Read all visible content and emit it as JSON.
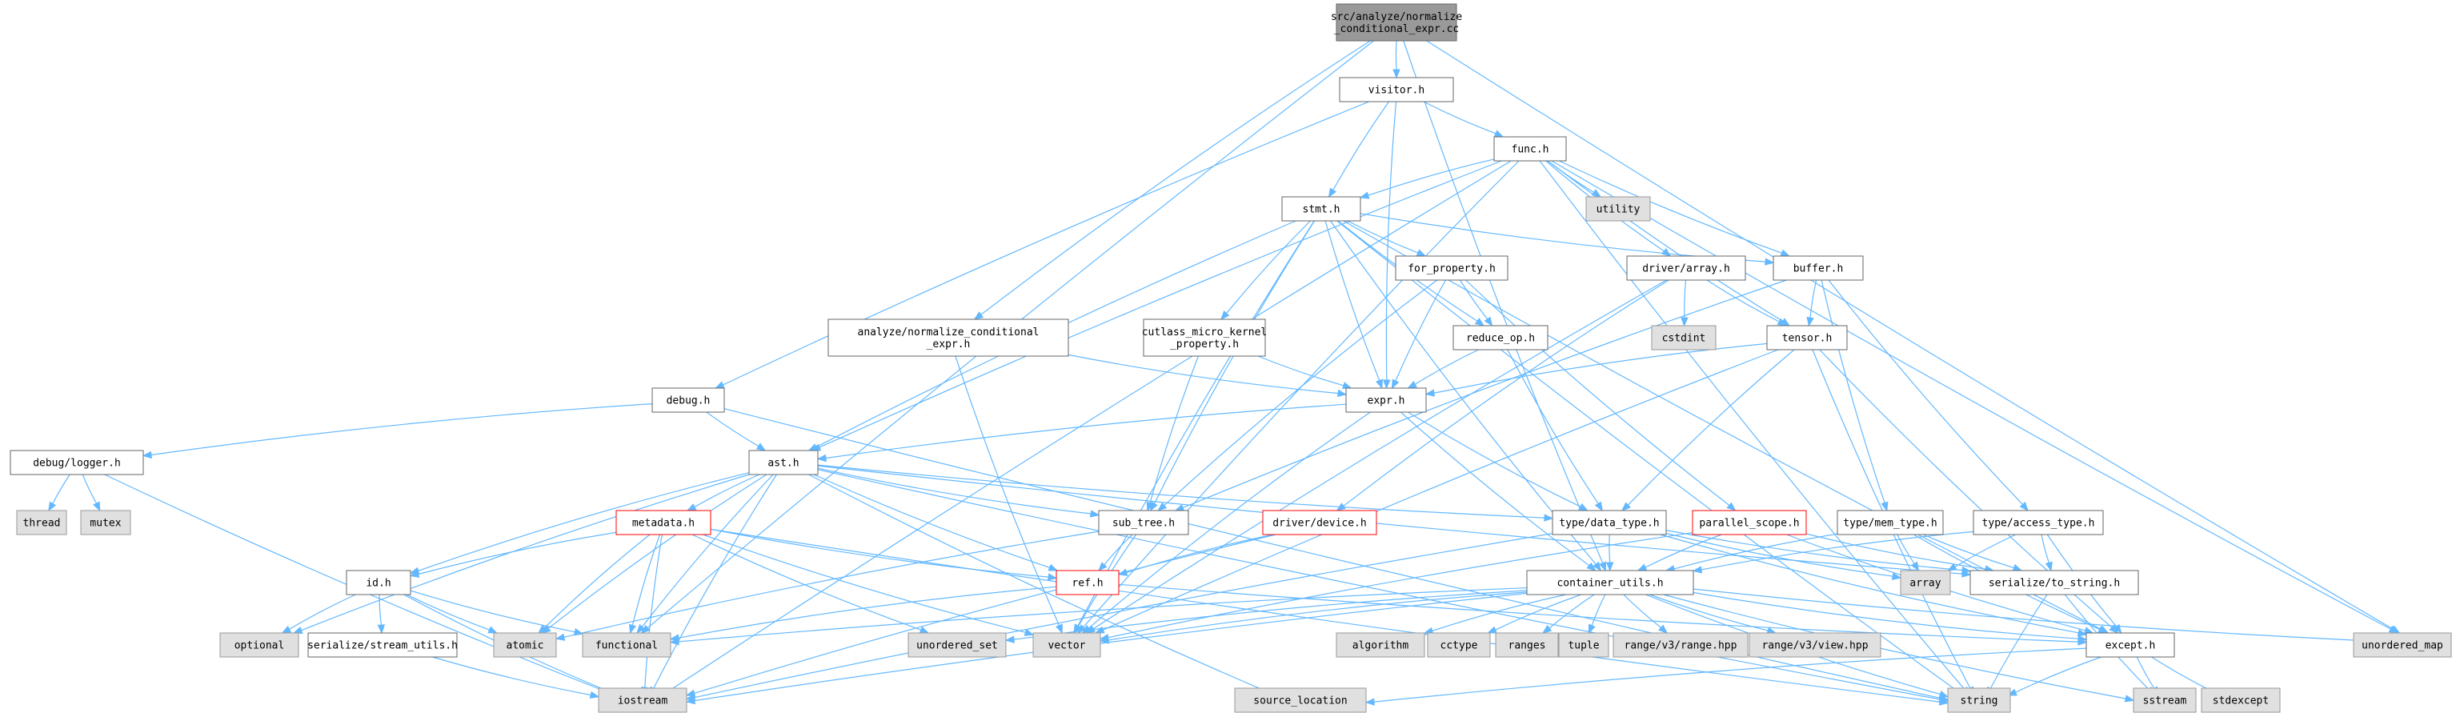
{
  "nodes": [
    {
      "id": "root",
      "label": [
        "src/analyze/normalize",
        "_conditional_expr.cc"
      ],
      "style": "root"
    },
    {
      "id": "visitor",
      "label": [
        "visitor.h"
      ],
      "style": "file"
    },
    {
      "id": "func",
      "label": [
        "func.h"
      ],
      "style": "file"
    },
    {
      "id": "stmt",
      "label": [
        "stmt.h"
      ],
      "style": "file"
    },
    {
      "id": "utility",
      "label": [
        "utility"
      ],
      "style": "system"
    },
    {
      "id": "for_property",
      "label": [
        "for_property.h"
      ],
      "style": "file"
    },
    {
      "id": "driver_array",
      "label": [
        "driver/array.h"
      ],
      "style": "file"
    },
    {
      "id": "buffer",
      "label": [
        "buffer.h"
      ],
      "style": "file"
    },
    {
      "id": "analyze_h",
      "label": [
        "analyze/normalize_conditional",
        "_expr.h"
      ],
      "style": "file"
    },
    {
      "id": "cutlass",
      "label": [
        "cutlass_micro_kernel",
        "_property.h"
      ],
      "style": "file"
    },
    {
      "id": "reduce_op",
      "label": [
        "reduce_op.h"
      ],
      "style": "file"
    },
    {
      "id": "cstdint",
      "label": [
        "cstdint"
      ],
      "style": "system"
    },
    {
      "id": "tensor",
      "label": [
        "tensor.h"
      ],
      "style": "file"
    },
    {
      "id": "debug",
      "label": [
        "debug.h"
      ],
      "style": "file"
    },
    {
      "id": "expr",
      "label": [
        "expr.h"
      ],
      "style": "file"
    },
    {
      "id": "debug_logger",
      "label": [
        "debug/logger.h"
      ],
      "style": "file"
    },
    {
      "id": "ast",
      "label": [
        "ast.h"
      ],
      "style": "file"
    },
    {
      "id": "thread",
      "label": [
        "thread"
      ],
      "style": "system"
    },
    {
      "id": "mutex",
      "label": [
        "mutex"
      ],
      "style": "system"
    },
    {
      "id": "metadata",
      "label": [
        "metadata.h"
      ],
      "style": "red"
    },
    {
      "id": "sub_tree",
      "label": [
        "sub_tree.h"
      ],
      "style": "file"
    },
    {
      "id": "driver_device",
      "label": [
        "driver/device.h"
      ],
      "style": "red"
    },
    {
      "id": "type_data_type",
      "label": [
        "type/data_type.h"
      ],
      "style": "file"
    },
    {
      "id": "parallel_scope",
      "label": [
        "parallel_scope.h"
      ],
      "style": "red"
    },
    {
      "id": "type_mem_type",
      "label": [
        "type/mem_type.h"
      ],
      "style": "file"
    },
    {
      "id": "type_access_type",
      "label": [
        "type/access_type.h"
      ],
      "style": "file"
    },
    {
      "id": "id_h",
      "label": [
        "id.h"
      ],
      "style": "file"
    },
    {
      "id": "ref",
      "label": [
        "ref.h"
      ],
      "style": "red"
    },
    {
      "id": "container_utils",
      "label": [
        "container_utils.h"
      ],
      "style": "file"
    },
    {
      "id": "array",
      "label": [
        "array"
      ],
      "style": "system"
    },
    {
      "id": "serialize_to_string",
      "label": [
        "serialize/to_string.h"
      ],
      "style": "file"
    },
    {
      "id": "optional",
      "label": [
        "optional"
      ],
      "style": "system"
    },
    {
      "id": "serialize_stream",
      "label": [
        "serialize/stream_utils.h"
      ],
      "style": "file"
    },
    {
      "id": "atomic",
      "label": [
        "atomic"
      ],
      "style": "system"
    },
    {
      "id": "functional",
      "label": [
        "functional"
      ],
      "style": "system"
    },
    {
      "id": "unordered_set",
      "label": [
        "unordered_set"
      ],
      "style": "system"
    },
    {
      "id": "vector",
      "label": [
        "vector"
      ],
      "style": "system"
    },
    {
      "id": "algorithm",
      "label": [
        "algorithm"
      ],
      "style": "system"
    },
    {
      "id": "cctype",
      "label": [
        "cctype"
      ],
      "style": "system"
    },
    {
      "id": "ranges",
      "label": [
        "ranges"
      ],
      "style": "system"
    },
    {
      "id": "tuple",
      "label": [
        "tuple"
      ],
      "style": "system"
    },
    {
      "id": "range_v3_range",
      "label": [
        "range/v3/range.hpp"
      ],
      "style": "system"
    },
    {
      "id": "range_v3_view",
      "label": [
        "range/v3/view.hpp"
      ],
      "style": "system"
    },
    {
      "id": "except",
      "label": [
        "except.h"
      ],
      "style": "file"
    },
    {
      "id": "unordered_map",
      "label": [
        "unordered_map"
      ],
      "style": "system"
    },
    {
      "id": "iostream",
      "label": [
        "iostream"
      ],
      "style": "system"
    },
    {
      "id": "source_location",
      "label": [
        "source_location"
      ],
      "style": "system"
    },
    {
      "id": "string",
      "label": [
        "string"
      ],
      "style": "system"
    },
    {
      "id": "sstream",
      "label": [
        "sstream"
      ],
      "style": "system"
    },
    {
      "id": "stdexcept",
      "label": [
        "stdexcept"
      ],
      "style": "system"
    }
  ],
  "edges": [
    [
      "root",
      "visitor"
    ],
    [
      "root",
      "analyze_h"
    ],
    [
      "root",
      "functional"
    ],
    [
      "root",
      "container_utils"
    ],
    [
      "root",
      "unordered_map"
    ],
    [
      "visitor",
      "func"
    ],
    [
      "visitor",
      "stmt"
    ],
    [
      "visitor",
      "expr"
    ],
    [
      "visitor",
      "debug"
    ],
    [
      "func",
      "stmt"
    ],
    [
      "func",
      "utility"
    ],
    [
      "func",
      "driver_array"
    ],
    [
      "func",
      "buffer"
    ],
    [
      "func",
      "tensor"
    ],
    [
      "func",
      "ast"
    ],
    [
      "func",
      "iostream"
    ],
    [
      "func",
      "vector"
    ],
    [
      "func",
      "string"
    ],
    [
      "func",
      "unordered_map"
    ],
    [
      "stmt",
      "for_property"
    ],
    [
      "stmt",
      "buffer"
    ],
    [
      "stmt",
      "cutlass"
    ],
    [
      "stmt",
      "reduce_op"
    ],
    [
      "stmt",
      "ast"
    ],
    [
      "stmt",
      "container_utils"
    ],
    [
      "stmt",
      "except"
    ],
    [
      "stmt",
      "vector"
    ],
    [
      "stmt",
      "string"
    ],
    [
      "stmt",
      "sub_tree"
    ],
    [
      "stmt",
      "expr"
    ],
    [
      "for_property",
      "parallel_scope"
    ],
    [
      "for_property",
      "reduce_op"
    ],
    [
      "for_property",
      "sub_tree"
    ],
    [
      "for_property",
      "expr"
    ],
    [
      "driver_array",
      "tensor"
    ],
    [
      "driver_array",
      "cstdint"
    ],
    [
      "driver_array",
      "driver_device"
    ],
    [
      "driver_array",
      "vector"
    ],
    [
      "buffer",
      "tensor"
    ],
    [
      "buffer",
      "type_access_type"
    ],
    [
      "buffer",
      "type_mem_type"
    ],
    [
      "buffer",
      "sub_tree"
    ],
    [
      "analyze_h",
      "expr"
    ],
    [
      "analyze_h",
      "vector"
    ],
    [
      "cutlass",
      "expr"
    ],
    [
      "cutlass",
      "sub_tree"
    ],
    [
      "reduce_op",
      "expr"
    ],
    [
      "reduce_op",
      "type_data_type"
    ],
    [
      "tensor",
      "expr"
    ],
    [
      "tensor",
      "type_data_type"
    ],
    [
      "tensor",
      "vector"
    ],
    [
      "tensor",
      "except"
    ],
    [
      "tensor",
      "string"
    ],
    [
      "debug",
      "ast"
    ],
    [
      "debug",
      "debug_logger"
    ],
    [
      "debug",
      "string"
    ],
    [
      "expr",
      "ast"
    ],
    [
      "expr",
      "type_data_type"
    ],
    [
      "expr",
      "container_utils"
    ],
    [
      "expr",
      "vector"
    ],
    [
      "debug_logger",
      "thread"
    ],
    [
      "debug_logger",
      "mutex"
    ],
    [
      "debug_logger",
      "iostream"
    ],
    [
      "ast",
      "metadata"
    ],
    [
      "ast",
      "sub_tree"
    ],
    [
      "ast",
      "ref"
    ],
    [
      "ast",
      "id_h"
    ],
    [
      "ast",
      "type_data_type"
    ],
    [
      "ast",
      "serialize_to_string"
    ],
    [
      "ast",
      "functional"
    ],
    [
      "ast",
      "atomic"
    ],
    [
      "ast",
      "optional"
    ],
    [
      "ast",
      "iostream"
    ],
    [
      "ast",
      "string"
    ],
    [
      "ast",
      "source_location"
    ],
    [
      "metadata",
      "ref"
    ],
    [
      "metadata",
      "id_h"
    ],
    [
      "metadata",
      "atomic"
    ],
    [
      "metadata",
      "functional"
    ],
    [
      "metadata",
      "vector"
    ],
    [
      "metadata",
      "iostream"
    ],
    [
      "metadata",
      "string"
    ],
    [
      "metadata",
      "unordered_set"
    ],
    [
      "sub_tree",
      "ref"
    ],
    [
      "sub_tree",
      "vector"
    ],
    [
      "sub_tree",
      "atomic"
    ],
    [
      "driver_device",
      "ref"
    ],
    [
      "driver_device",
      "iostream"
    ],
    [
      "type_data_type",
      "container_utils"
    ],
    [
      "type_data_type",
      "serialize_to_string"
    ],
    [
      "type_data_type",
      "except"
    ],
    [
      "type_data_type",
      "array"
    ],
    [
      "type_data_type",
      "iostream"
    ],
    [
      "parallel_scope",
      "container_utils"
    ],
    [
      "parallel_scope",
      "serialize_to_string"
    ],
    [
      "parallel_scope",
      "except"
    ],
    [
      "parallel_scope",
      "vector"
    ],
    [
      "type_mem_type",
      "container_utils"
    ],
    [
      "type_mem_type",
      "serialize_to_string"
    ],
    [
      "type_mem_type",
      "except"
    ],
    [
      "type_mem_type",
      "array"
    ],
    [
      "type_access_type",
      "container_utils"
    ],
    [
      "type_access_type",
      "serialize_to_string"
    ],
    [
      "type_access_type",
      "except"
    ],
    [
      "type_access_type",
      "array"
    ],
    [
      "id_h",
      "serialize_stream"
    ],
    [
      "id_h",
      "atomic"
    ],
    [
      "id_h",
      "functional"
    ],
    [
      "id_h",
      "optional"
    ],
    [
      "id_h",
      "iostream"
    ],
    [
      "ref",
      "functional"
    ],
    [
      "ref",
      "except"
    ],
    [
      "container_utils",
      "algorithm"
    ],
    [
      "container_utils",
      "cctype"
    ],
    [
      "container_utils",
      "ranges"
    ],
    [
      "container_utils",
      "tuple"
    ],
    [
      "container_utils",
      "range_v3_range"
    ],
    [
      "container_utils",
      "range_v3_view"
    ],
    [
      "container_utils",
      "vector"
    ],
    [
      "container_utils",
      "unordered_set"
    ],
    [
      "container_utils",
      "functional"
    ],
    [
      "container_utils",
      "except"
    ],
    [
      "container_utils",
      "iostream"
    ],
    [
      "container_utils",
      "string"
    ],
    [
      "container_utils",
      "sstream"
    ],
    [
      "container_utils",
      "unordered_map"
    ],
    [
      "serialize_to_string",
      "string"
    ],
    [
      "serialize_to_string",
      "sstream"
    ],
    [
      "serialize_stream",
      "iostream"
    ],
    [
      "except",
      "source_location"
    ],
    [
      "except",
      "stdexcept"
    ],
    [
      "except",
      "string"
    ],
    [
      "except",
      "sstream"
    ]
  ],
  "colors": {
    "edge": "#63b8ff",
    "root_fill": "#999999",
    "system_fill": "#e0e0e0",
    "system_stroke": "#999999",
    "file_fill": "#ffffff",
    "file_stroke": "#666666",
    "red_stroke": "#ff0000"
  }
}
